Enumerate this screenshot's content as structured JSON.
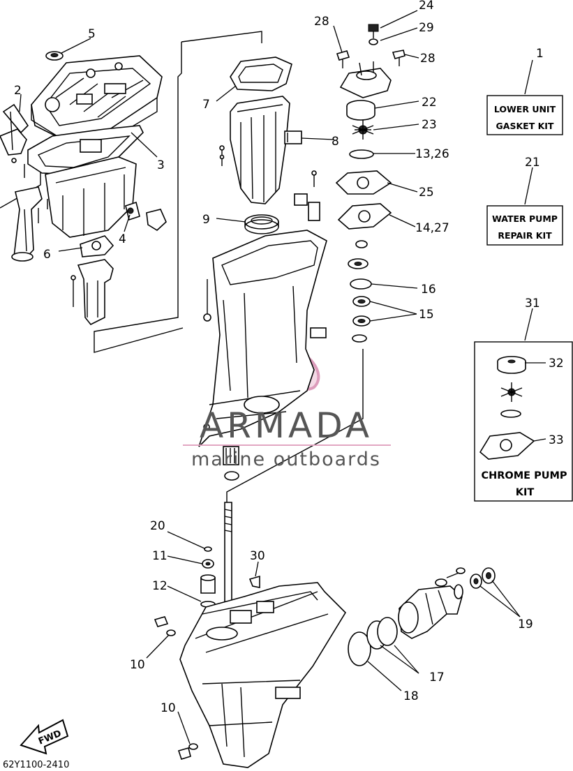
{
  "callouts": {
    "c1": "1",
    "c2": "2",
    "c3": "3",
    "c4": "4",
    "c5": "5",
    "c6": "6",
    "c7": "7",
    "c8": "8",
    "c9": "9",
    "c10a": "10",
    "c10b": "10",
    "c11": "11",
    "c12": "12",
    "c13_26": "13,26",
    "c14_27": "14,27",
    "c15": "15",
    "c16": "16",
    "c17": "17",
    "c18": "18",
    "c19": "19",
    "c20": "20",
    "c21": "21",
    "c22": "22",
    "c23": "23",
    "c24": "24",
    "c25": "25",
    "c28a": "28",
    "c28b": "28",
    "c29": "29",
    "c30": "30",
    "c31": "31",
    "c32": "32",
    "c33": "33"
  },
  "kits": {
    "gasket_kit": {
      "line1": "LOWER UNIT",
      "line2": "GASKET KIT"
    },
    "water_pump_kit": {
      "line1": "WATER PUMP",
      "line2": "REPAIR KIT"
    },
    "chrome_pump_kit": {
      "line1": "CHROME PUMP",
      "line2": "KIT"
    }
  },
  "watermark": {
    "brand": "ARMADA",
    "tagline": "marine outboards"
  },
  "direction_label": "FWD",
  "diagram_code": "62Y1100-2410"
}
